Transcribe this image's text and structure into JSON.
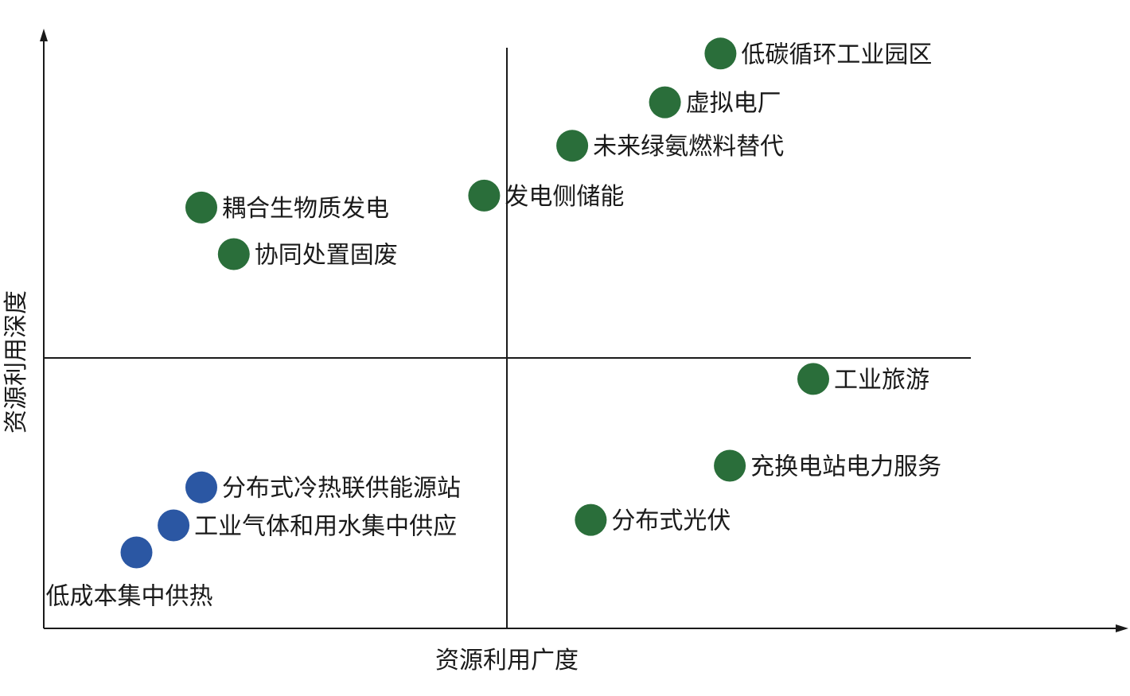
{
  "chart_data": {
    "type": "scatter",
    "title": "",
    "xlabel": "资源利用广度",
    "ylabel": "资源利用深度",
    "grid": false,
    "legend": "none",
    "colors": {
      "green": "#2a6e3a",
      "blue": "#2b57a3",
      "axis": "#1a1a1a"
    },
    "points": [
      {
        "label": "低碳循环工业园区",
        "x": 7.3,
        "y": 10.6,
        "color": "green",
        "label_pos": "right"
      },
      {
        "label": "虚拟电厂",
        "x": 6.7,
        "y": 9.7,
        "color": "green",
        "label_pos": "right"
      },
      {
        "label": "未来绿氨燃料替代",
        "x": 5.7,
        "y": 8.9,
        "color": "green",
        "label_pos": "right"
      },
      {
        "label": "发电侧储能",
        "x": 4.75,
        "y": 7.98,
        "color": "green",
        "label_pos": "right"
      },
      {
        "label": "耦合生物质发电",
        "x": 1.7,
        "y": 7.76,
        "color": "green",
        "label_pos": "right"
      },
      {
        "label": "协同处置固废",
        "x": 2.05,
        "y": 6.9,
        "color": "green",
        "label_pos": "right"
      },
      {
        "label": "工业旅游",
        "x": 8.3,
        "y": 4.6,
        "color": "green",
        "label_pos": "right"
      },
      {
        "label": "充换电站电力服务",
        "x": 7.4,
        "y": 3.0,
        "color": "green",
        "label_pos": "right"
      },
      {
        "label": "分布式光伏",
        "x": 5.9,
        "y": 2.0,
        "color": "green",
        "label_pos": "right"
      },
      {
        "label": "分布式冷热联供能源站",
        "x": 1.7,
        "y": 2.6,
        "color": "blue",
        "label_pos": "right"
      },
      {
        "label": "工业气体和用水集中供应",
        "x": 1.4,
        "y": 1.9,
        "color": "blue",
        "label_pos": "right"
      },
      {
        "label": "低成本集中供热",
        "x": 1.0,
        "y": 1.4,
        "color": "blue",
        "label_pos": "below"
      }
    ]
  }
}
